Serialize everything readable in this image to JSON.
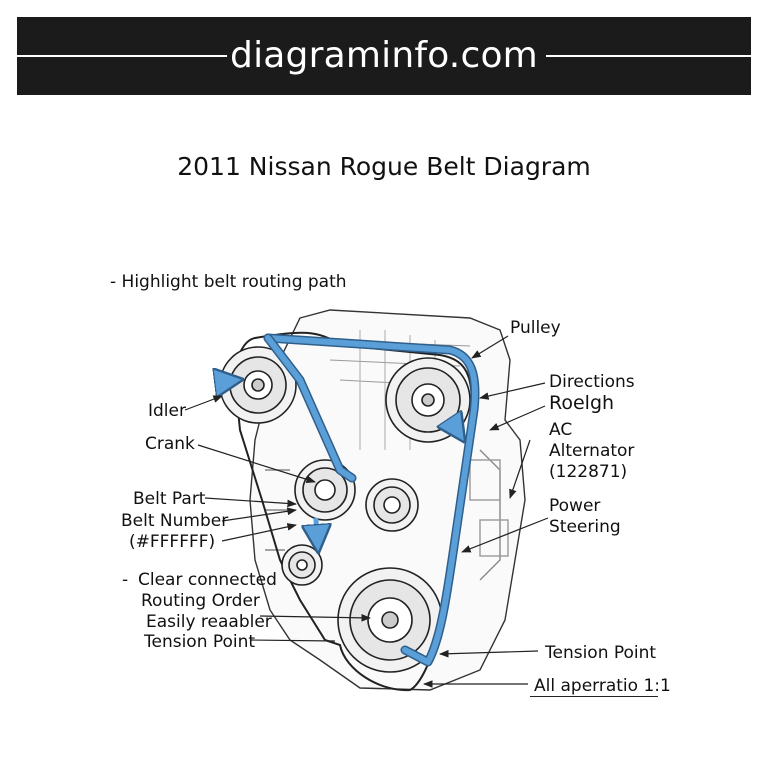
{
  "banner": {
    "site": "diagraminfo.com"
  },
  "title": "2011 Nissan Rogue Belt Diagram",
  "notes": {
    "highlight": "- Highlight belt routing path",
    "clear": "-"
  },
  "labels": {
    "pulley": "Pulley",
    "directions": "Directions",
    "roelgh": "Roelgh",
    "ac": "AC",
    "alternator": "Alternator",
    "alternator_code": "(122871)",
    "power": "Power",
    "steering": "Steering",
    "idler": "Idler",
    "crank": "Crank",
    "belt_part": "Belt Part",
    "belt_number": "Belt Number",
    "belt_color": "(#FFFFFF)",
    "clear_connected": "Clear connected",
    "routing_order": "Routing Order",
    "easily": "Easily reaabler",
    "tension_left": "Tension Point",
    "tension_right": "Tension Point",
    "scale": "All aperratio 1:1"
  },
  "colors": {
    "belt": "#5b9fd8",
    "belt_outline": "#2f5f8c",
    "banner": "#1b1b1b",
    "ink": "#222222"
  }
}
